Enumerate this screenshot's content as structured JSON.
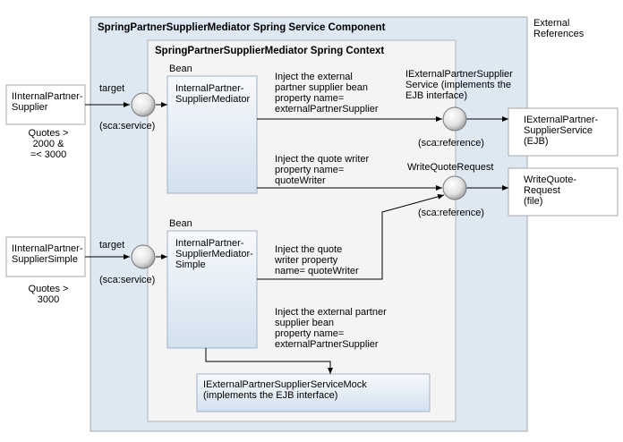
{
  "component_title": "SpringPartnerSupplierMediator Spring Service Component",
  "context_title": "SpringPartnerSupplierMediator Spring Context",
  "external_references_label": "External\nReferences",
  "left_services": [
    {
      "interface": "IInternalPartner-\nSupplier",
      "target_label": "target",
      "binding_label": "(sca:service)",
      "condition": "Quotes >\n2000 &\n=< 3000"
    },
    {
      "interface": "IInternalPartner-\nSupplierSimple",
      "target_label": "target",
      "binding_label": "(sca:service)",
      "condition": "Quotes >\n3000"
    }
  ],
  "beans": [
    {
      "header": "Bean",
      "name": "InternalPartner-\nSupplierMediator"
    },
    {
      "header": "Bean",
      "name": "InternalPartner-\nSupplierMediator-\nSimple"
    }
  ],
  "mock_bean": "IExternalPartnerSupplierServiceMock\n(implements the EJB interface)",
  "injections": [
    "Inject the external\npartner supplier bean\nproperty name=\nexternalPartnerSupplier",
    "Inject the quote writer\nproperty name=\nquoteWriter",
    "Inject the quote\nwriter property\nname= quoteWriter",
    "Inject the external partner\nsupplier bean\nproperty name=\nexternalPartnerSupplier"
  ],
  "references": [
    {
      "name": "IExternalPartnerSupplier\nService (implements the\nEJB interface)",
      "binding_label": "(sca:reference)"
    },
    {
      "name": "WriteQuoteRequest",
      "binding_label": "(sca:reference)"
    }
  ],
  "external_targets": [
    "IExternalPartner-\nSupplierService\n(EJB)",
    "WriteQuote-\nRequest\n(file)"
  ],
  "colors": {
    "component_fill": "#dde8f3",
    "context_fill": "#f4f4f4",
    "bean_fill": "#dbe7f2",
    "border": "#a8a8a8",
    "line": "#000000"
  }
}
